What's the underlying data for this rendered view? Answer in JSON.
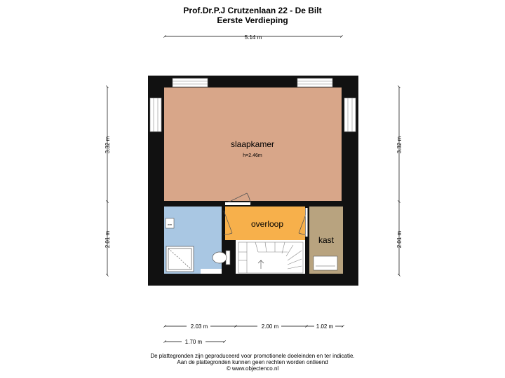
{
  "header": {
    "title_line1": "Prof.Dr.P.J Crutzenlaan 22 - De Bilt",
    "title_line2": "Eerste Verdieping"
  },
  "dimensions": {
    "top_width": "5.14 m",
    "left_upper_height": "3.32 m",
    "left_lower_height": "2.01 m",
    "right_upper_height": "3.32 m",
    "right_lower_height": "2.01 m",
    "bottom_bathroom": "2.03 m",
    "bottom_landing": "2.00 m",
    "bottom_closet": "1.02 m",
    "bottom_secondary": "1.70 m"
  },
  "rooms": {
    "bedroom_name": "slaapkamer",
    "bedroom_height": "h=2.46m",
    "landing_name": "overloop",
    "closet_name": "kast",
    "bathroom_label": "wm"
  },
  "colors": {
    "bedroom": "#d8a689",
    "landing": "#f7b04b",
    "closet": "#b8a37f",
    "bathroom": "#a9c7e3",
    "wall": "#111111"
  },
  "footer": {
    "disclaimer_line1": "De plattegronden zijn geproduceerd voor promotionele doeleinden en ter indicatie.",
    "disclaimer_line2": "Aan de plattegronden kunnen geen rechten worden ontleend",
    "copyright": "© www.objectenco.nl"
  }
}
